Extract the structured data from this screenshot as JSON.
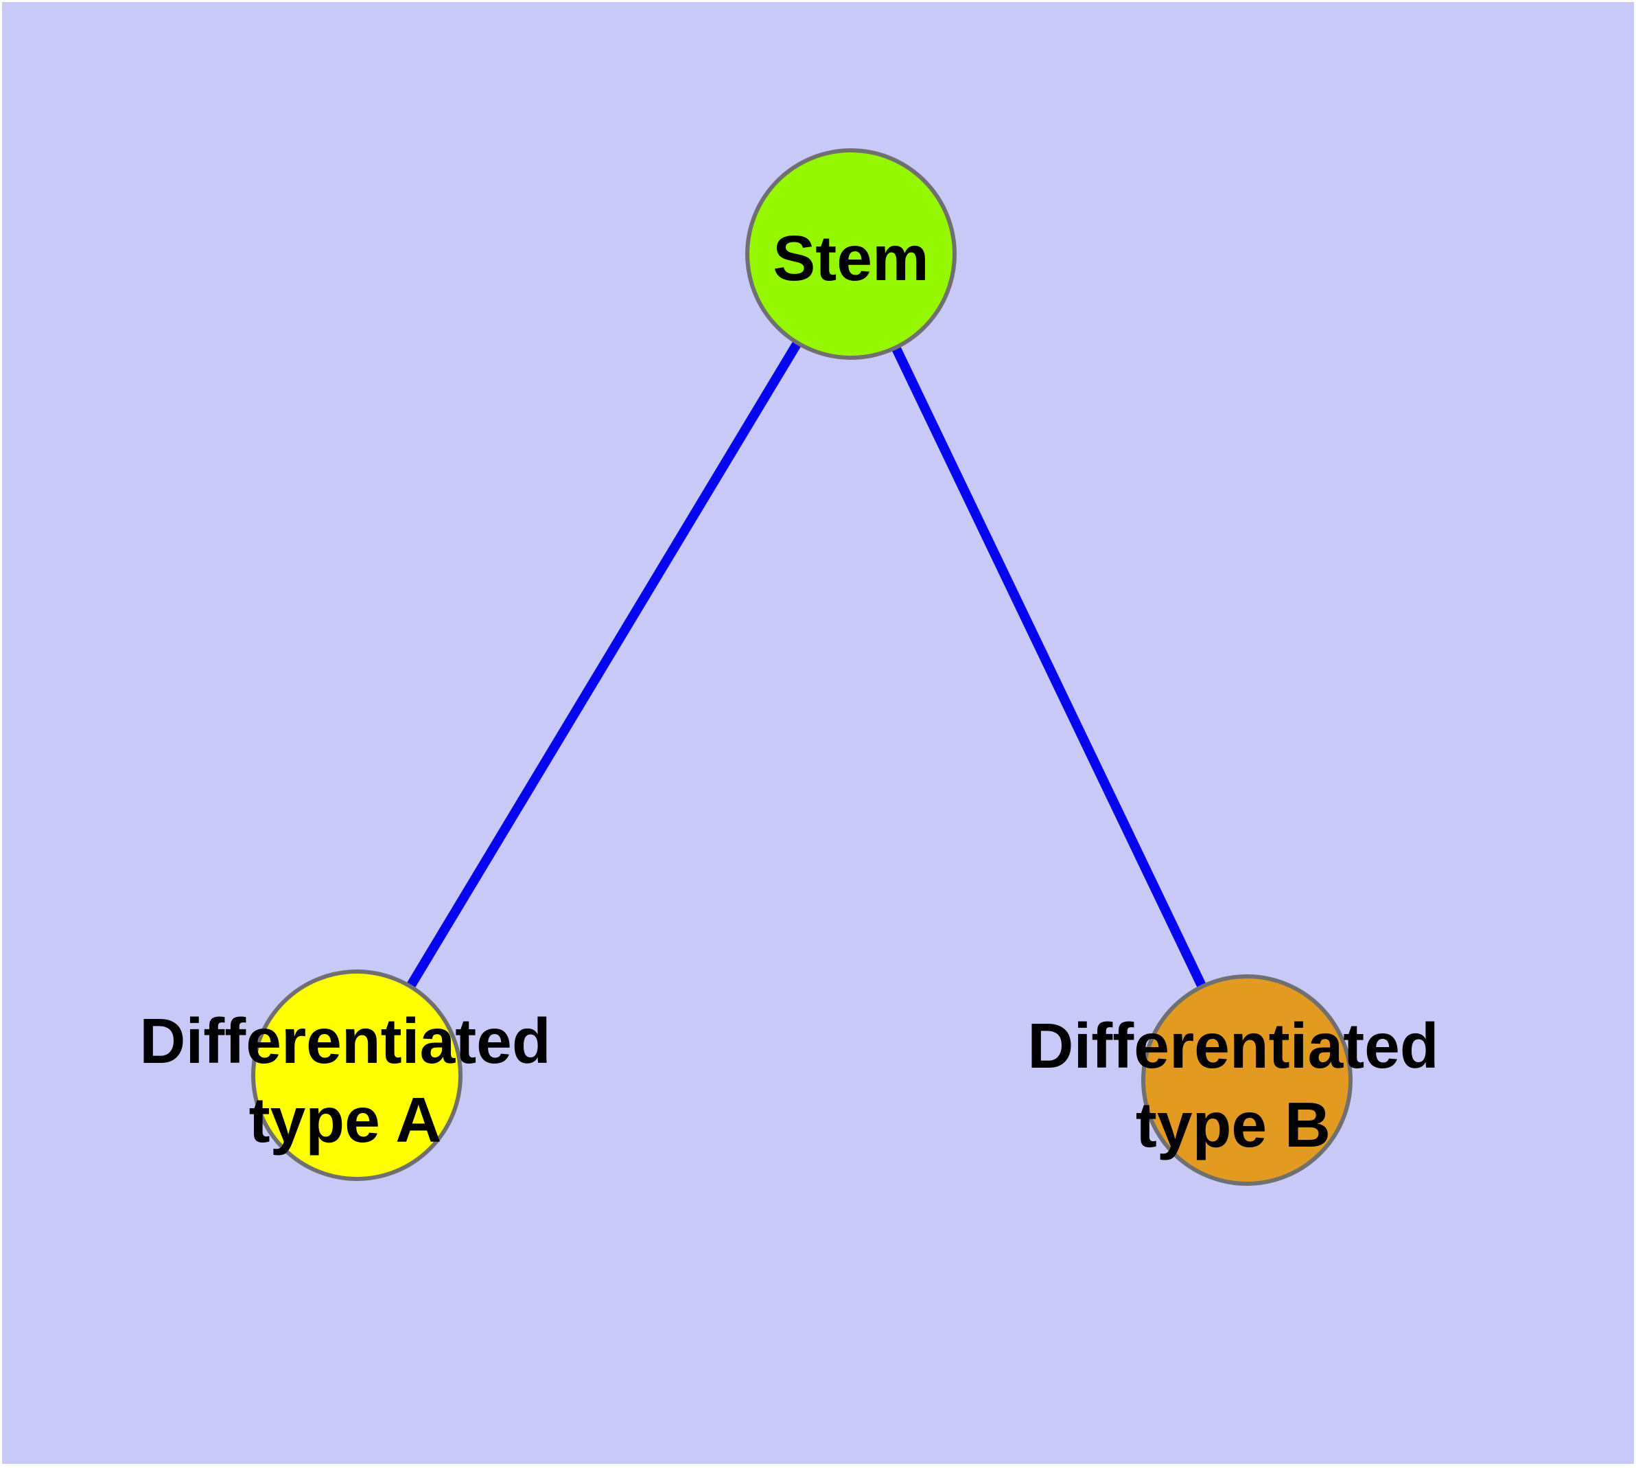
{
  "diagram": {
    "type": "node-link-graph",
    "description": "Stem cell differentiation graph: one stem node connected to two differentiated cell-type nodes",
    "colors": {
      "background": "#C9C9F8",
      "frame": "#FFFFFF",
      "edge": "#0505F0",
      "node_border": "#707070",
      "text": "#000000"
    },
    "nodes": [
      {
        "id": "stem",
        "label": "Stem",
        "label_lines": [
          "Stem"
        ],
        "fill": "#96F800"
      },
      {
        "id": "differentiated-type-a",
        "label": "Differentiated type A",
        "label_lines": [
          "Differentiated",
          "type A"
        ],
        "fill": "#FFFF00"
      },
      {
        "id": "differentiated-type-b",
        "label": "Differentiated type B",
        "label_lines": [
          "Differentiated",
          "type B"
        ],
        "fill": "#E29A20"
      }
    ],
    "edges": [
      {
        "from": "stem",
        "to": "differentiated-type-a"
      },
      {
        "from": "stem",
        "to": "differentiated-type-b"
      }
    ]
  }
}
